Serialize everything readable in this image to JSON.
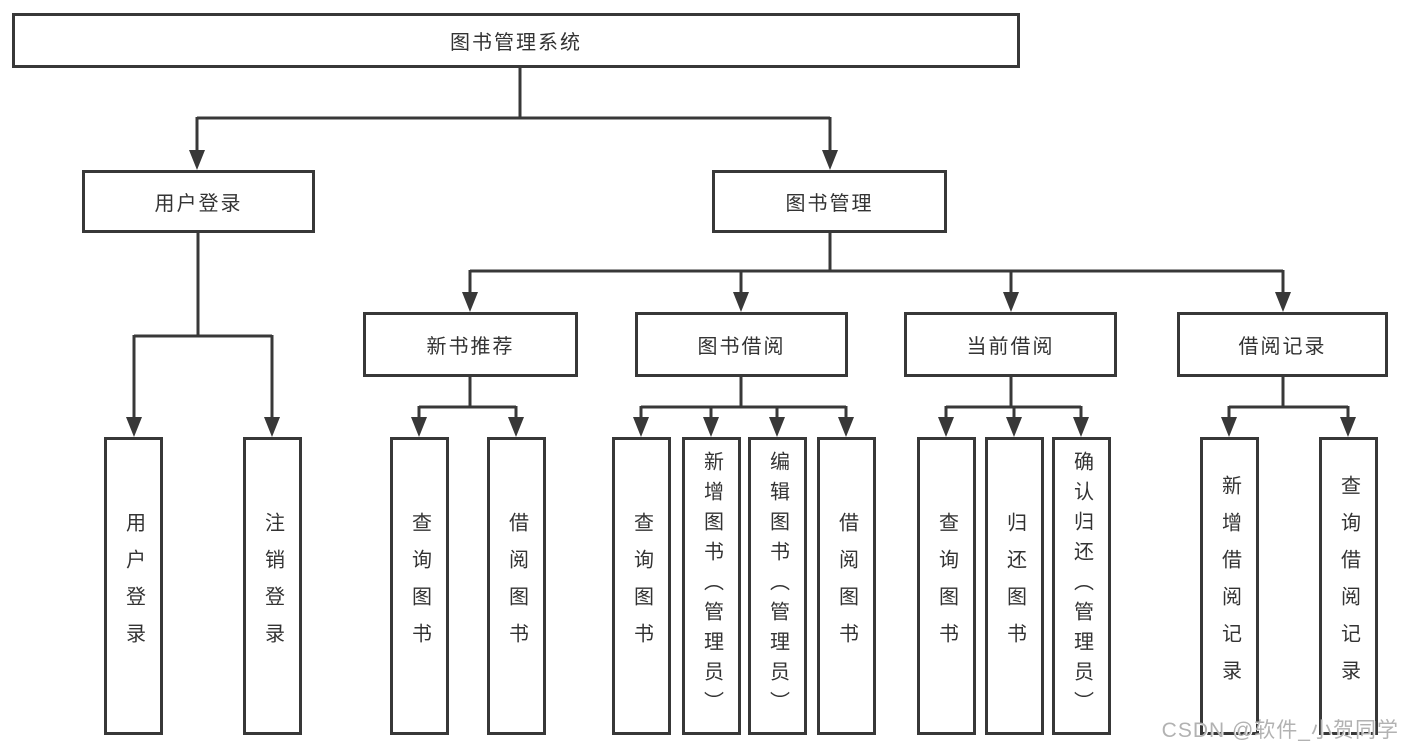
{
  "diagram_title": "图书管理系统",
  "tree": {
    "label": "图书管理系统",
    "children": [
      {
        "label": "用户登录",
        "children": [
          {
            "label": "用户登录"
          },
          {
            "label": "注销登录"
          }
        ]
      },
      {
        "label": "图书管理",
        "children": [
          {
            "label": "新书推荐",
            "children": [
              {
                "label": "查询图书"
              },
              {
                "label": "借阅图书"
              }
            ]
          },
          {
            "label": "图书借阅",
            "children": [
              {
                "label": "查询图书"
              },
              {
                "label": "新增图书（管理员）"
              },
              {
                "label": "编辑图书（管理员）"
              },
              {
                "label": "借阅图书"
              }
            ]
          },
          {
            "label": "当前借阅",
            "children": [
              {
                "label": "查询图书"
              },
              {
                "label": "归还图书"
              },
              {
                "label": "确认归还（管理员）"
              }
            ]
          },
          {
            "label": "借阅记录",
            "children": [
              {
                "label": "新增借阅记录"
              },
              {
                "label": "查询借阅记录"
              }
            ]
          }
        ]
      }
    ]
  },
  "watermark": "CSDN @软件_小贺同学",
  "colors": {
    "line": "#383838",
    "text": "#333333",
    "watermark": "#b2b2b2",
    "background": "#ffffff"
  }
}
